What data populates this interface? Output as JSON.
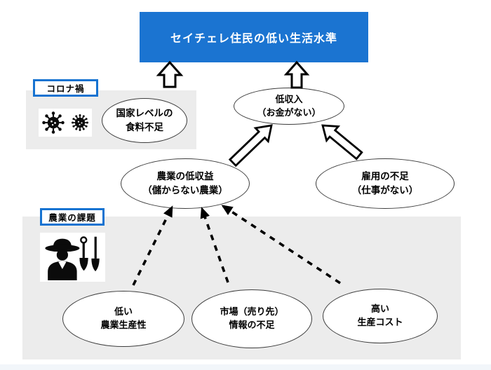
{
  "title_box": {
    "label": "セイチェレ住民の低い生活水準"
  },
  "sections": {
    "corona": {
      "label": "コロナ禍"
    },
    "agriculture": {
      "label": "農業の課題"
    }
  },
  "nodes": {
    "food_shortage": {
      "line1": "国家レベルの",
      "line2": "食料不足"
    },
    "low_income": {
      "line1": "低収入",
      "line2": "（お金がない）"
    },
    "low_farm_profit": {
      "line1": "農業の低収益",
      "line2": "（儲からない農業）"
    },
    "employment_shortage": {
      "line1": "雇用の不足",
      "line2": "（仕事がない）"
    },
    "low_productivity": {
      "line1": "低い",
      "line2": "農業生産性"
    },
    "market_info_shortage": {
      "line1": "市場（売り先）",
      "line2": "情報の不足"
    },
    "high_production_cost": {
      "line1": "高い",
      "line2": "生産コスト"
    }
  },
  "icons": {
    "virus_left": "virus-icon",
    "virus_right": "virus-icon",
    "farmer": "farmer-with-tools-icon"
  },
  "colors": {
    "accent_blue": "#1b74d1",
    "section_gray": "#ececec",
    "shape_stroke": "#000000",
    "text_on_blue": "#ffffff"
  }
}
